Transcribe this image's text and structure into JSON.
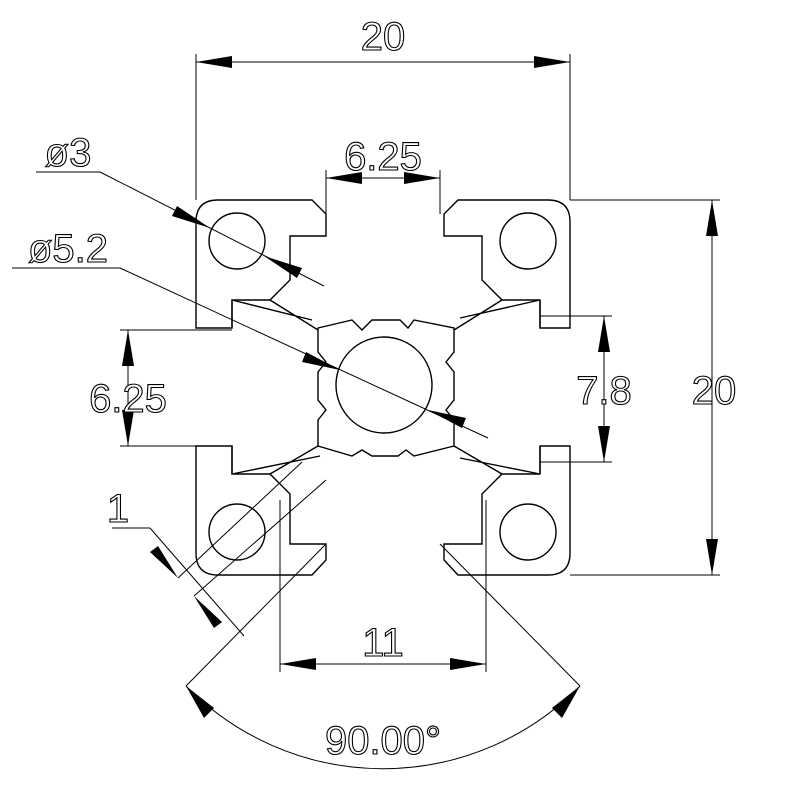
{
  "drawing": {
    "labels": {
      "width": "20",
      "height": "20",
      "slot_top": "6.25",
      "slot_left": "6.25",
      "hole_small": "ø3",
      "hole_center": "ø5.2",
      "slot_depth": "7.8",
      "wall": "1",
      "bottom_opening": "11",
      "angle": "90.00°"
    },
    "colors": {
      "line": "#000000",
      "background": "#ffffff"
    }
  }
}
